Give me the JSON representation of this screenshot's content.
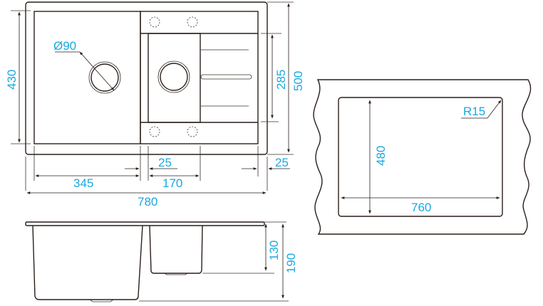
{
  "colors": {
    "dimension_text": "#1aa8e0",
    "outline": "#2a1f1a"
  },
  "top_view": {
    "drain_diameter": "Ø90",
    "bowl_depth_length": "430",
    "overall_depth": "500",
    "small_bowl_length": "285",
    "gap_between_bowls": "25",
    "right_rim": "25",
    "large_bowl_width": "345",
    "small_bowl_width": "170",
    "overall_width": "780"
  },
  "side_view": {
    "small_bowl_depth": "130",
    "overall_height": "190"
  },
  "cutout": {
    "width": "760",
    "depth": "480",
    "corner_radius": "R15"
  }
}
